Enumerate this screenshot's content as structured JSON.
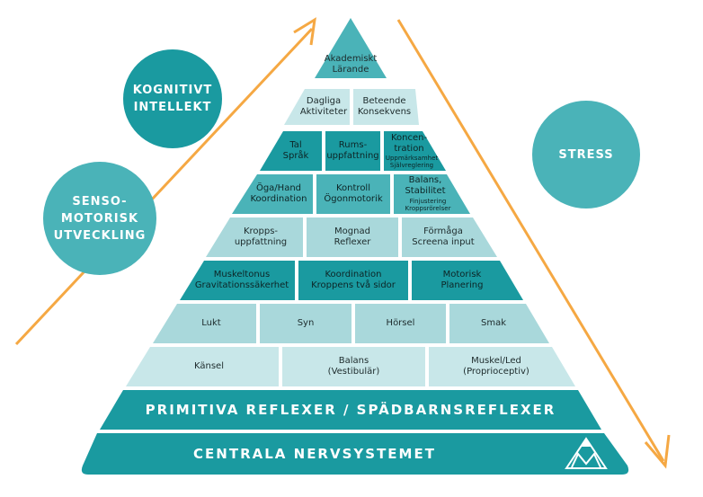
{
  "circles": {
    "kognitivt": "KOGNITIVT\nINTELLEKT",
    "senso": "SENSO-\nMOTORISK\nUTVECKLING",
    "stress": "STRESS"
  },
  "bands": {
    "primitiva": "PRIMITIVA REFLEXER / SPÄDBARNSREFLEXER",
    "centrala": "CENTRALA NERVSYSTEMET"
  },
  "rows": {
    "r1": [
      "Akademiskt\nLärande"
    ],
    "r2": [
      "Dagliga\nAktiviteter",
      "Beteende\nKonsekvens"
    ],
    "r3": [
      "Tal\nSpråk",
      "Rums-\nuppfattning",
      "Koncen-\ntration"
    ],
    "r3_small": "Uppmärksamhet\nSjälvreglering",
    "r4": [
      "Öga/Hand\nKoordination",
      "Kontroll\nÖgonmotorik",
      "Balans,\nStabilitet"
    ],
    "r4_small": "Finjustering\nKroppsrörelser",
    "r5": [
      "Kropps-\nuppfattning",
      "Mognad\nReflexer",
      "Förmåga\nScreena input"
    ],
    "r6": [
      "Muskeltonus\nGravitationssäkerhet",
      "Koordination\nKroppens två sidor",
      "Motorisk\nPlanering"
    ],
    "r7": [
      "Lukt",
      "Syn",
      "Hörsel",
      "Smak"
    ],
    "r8": [
      "Känsel",
      "Balans\n(Vestibulär)",
      "Muskel/Led\n(Proprioceptiv)"
    ]
  },
  "colors": {
    "teal_dark": "#1a9aa0",
    "teal_mid": "#4ab3b8",
    "teal_light": "#a9d8db",
    "teal_pale": "#c8e7e9",
    "arrow": "#f5a843"
  }
}
